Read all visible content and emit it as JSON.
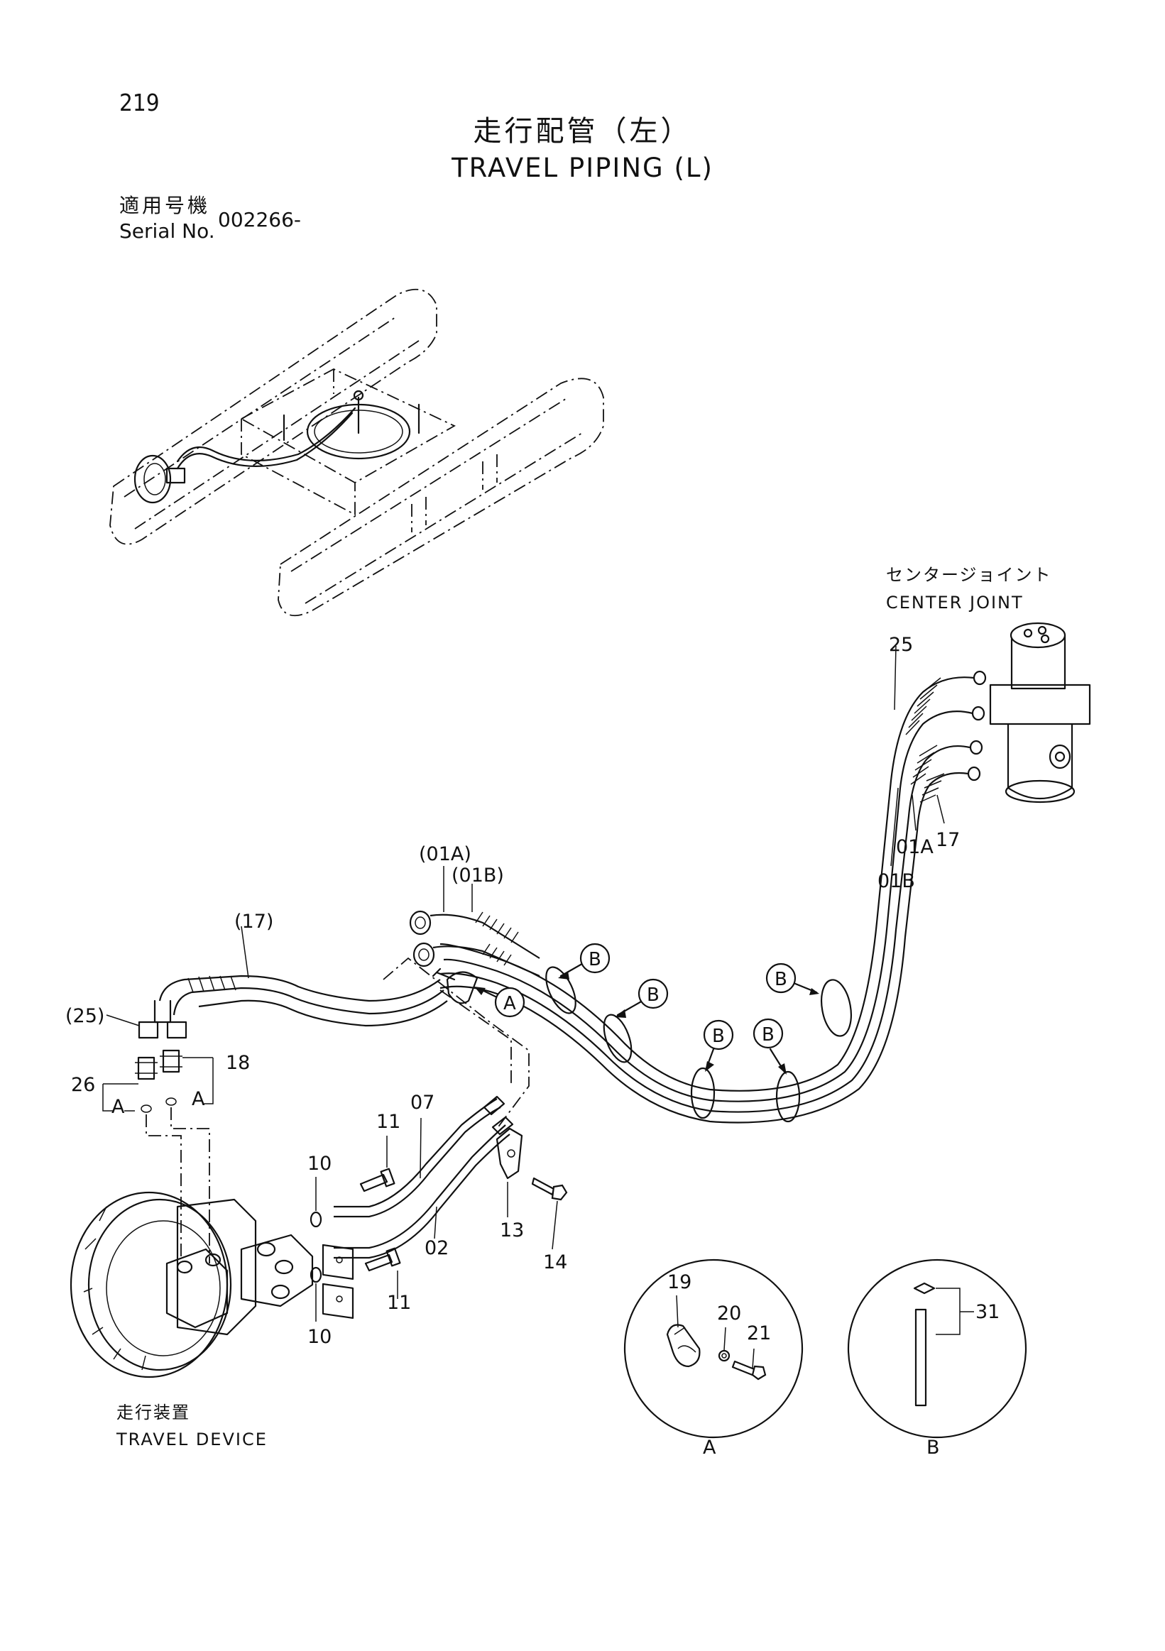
{
  "page_number": "219",
  "title_jp": "走行配管（左）",
  "title_en": "TRAVEL PIPING (L)",
  "serial": {
    "label_jp": "適用号機",
    "label_en": "Serial No.",
    "value": "002266-"
  },
  "captions": {
    "center_joint_jp": "センタージョイント",
    "center_joint_en": "CENTER JOINT",
    "travel_device_jp": "走行装置",
    "travel_device_en": "TRAVEL DEVICE"
  },
  "part_labels": {
    "p25": "25",
    "p01a": "01A",
    "p17": "17",
    "p01b": "01B",
    "p01a_ref": "(01A)",
    "p01b_ref": "(01B)",
    "p17_ref": "(17)",
    "p25_ref": "(25)",
    "p26": "26",
    "p18": "18",
    "p11_top": "11",
    "p07": "07",
    "p10_top": "10",
    "p02": "02",
    "p13": "13",
    "p14": "14",
    "p11_bottom": "11",
    "p10_bottom": "10",
    "p19": "19",
    "p20": "20",
    "p21": "21",
    "p31": "31",
    "a_left": "A",
    "a_right": "A",
    "detail_a": "A",
    "detail_b": "B"
  },
  "callouts": {
    "a": "A",
    "b1": "B",
    "b2": "B",
    "b3": "B",
    "b4": "B",
    "b5": "B"
  }
}
